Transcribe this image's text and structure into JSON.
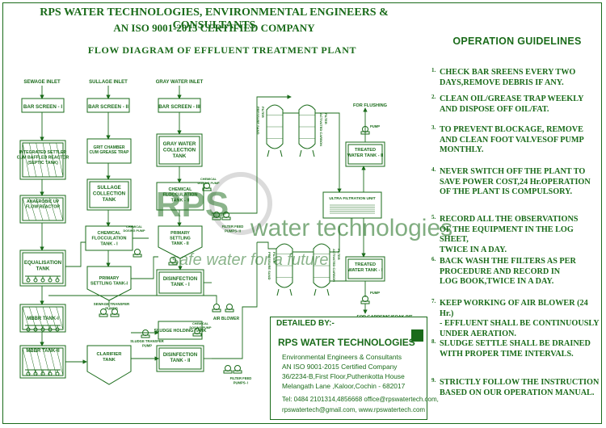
{
  "header": {
    "line1": "RPS WATER TECHNOLOGIES, ENVIRONMENTAL ENGINEERS & CONSULTANTS",
    "line2": "AN ISO 9001-2015 CERTIFIED COMPANY",
    "diagram_title": "FLOW DIAGRAM OF EFFLUENT TREATMENT PLANT"
  },
  "watermark": {
    "logo_text": "RPS",
    "line1": "water technologies",
    "line2": "safe water for a future"
  },
  "inlets": {
    "sewage": "SEWAGE INLET",
    "sullage": "SULLAGE INLET",
    "gray": "GRAY WATER INLET"
  },
  "units": {
    "bar_screen_1": "BAR SCREEN - I",
    "bar_screen_2": "BAR SCREEN - II",
    "bar_screen_3": "BAR SCREEN - III",
    "integrated_settler": [
      "INTEGRATED SETTLER",
      "CUM BAFFLED REACTOR",
      "(SEPTIC TANK)"
    ],
    "anaerobic": [
      "ANAEROBIC UP",
      "FLOW REACTOR"
    ],
    "equalisation": [
      "EQUALISATION",
      "TANK"
    ],
    "mbbr_1": "MBBR TANK-I",
    "mbbr_2": "MBBR TANK-II",
    "grit_chamber": [
      "GRIT CHAMBER",
      "CUM GREASE TRAP"
    ],
    "sullage_collection": [
      "SULLAGE",
      "COLLECTION",
      "TANK"
    ],
    "chem_floc_1": [
      "CHEMICAL",
      "FLOCCULATION",
      "TANK - I"
    ],
    "primary_settling_1": [
      "PRIMARY",
      "SETTLING TANK-I"
    ],
    "sewage_transfer_pumps": [
      "SEWAGE TRANSFER",
      "PUMPS"
    ],
    "clarifier": [
      "CLARIFIER",
      "TANK"
    ],
    "gray_collection": [
      "GRAY WATER",
      "COLLECTION",
      "TANK"
    ],
    "chem_floc_2": [
      "CHEMICAL",
      "FLOCCULATION",
      "TANK - II"
    ],
    "primary_settling_2": [
      "PRIMARY",
      "SETTLING",
      "TANK - II"
    ],
    "disinfection_1": [
      "DISINFECTION",
      "TANK - I"
    ],
    "sludge_holding": "SLUDGE HOLDING TANK",
    "disinfection_2": [
      "DISINFECTION",
      "TANK - II"
    ],
    "chemical_dosing_pump": [
      "CHEMICAL",
      "DOSING PUMP"
    ],
    "sludge_transfer_pump": [
      "SLUDGE TRANSFER",
      "PUMP"
    ],
    "air_blower": "AIR BLOWER",
    "filter_feed_pump_2": [
      "FILTER FEED",
      "PUMPS- II"
    ],
    "filter_feed_pump_1": [
      "FILTER FEED",
      "PUMPS- I"
    ],
    "psf_1": [
      "PRESSURE SAND",
      "FILTER"
    ],
    "acf_1": [
      "ACTIVATED CARBON",
      "FILTER"
    ],
    "psf_2": [
      "PRESSURE SAND",
      "FILTER"
    ],
    "acf_2": [
      "ACTIVATED CARBON",
      "FILTER"
    ],
    "ultra_filtration": "ULTRA FILTRATION UNIT",
    "treated_2": [
      "TREATED",
      "WATER TANK - II"
    ],
    "treated_1": [
      "TREATED",
      "WATER TANK - I"
    ],
    "for_flushing": "FOR FLUSHING",
    "for_gardening": "FOR GARDENIG/SOAK PIT",
    "pump": "PUMP"
  },
  "guidelines": {
    "title": "OPERATION GUIDELINES",
    "items": [
      {
        "num": "1.",
        "text": "CHECK BAR SREENS EVERY TWO\nDAYS,REMOVE DEBRIS IF ANY."
      },
      {
        "num": "2.",
        "text": "CLEAN OIL/GREASE TRAP WEEKLY\nAND DISPOSE OFF OIL/FAT."
      },
      {
        "num": "3.",
        "text": "TO PREVENT BLOCKAGE, REMOVE\nAND CLEAN  FOOT VALVESOF PUMP\nMONTHLY."
      },
      {
        "num": "4.",
        "text": "NEVER SWITCH OFF THE PLANT TO\nSAVE POWER COST,24 Hr.OPERATION\nOF THE PLANT IS COMPULSORY."
      },
      {
        "num": "5.",
        "text": "RECORD ALL THE OBSERVATIONS\nOF THE EQUIPMENT IN THE LOG SHEET,\nTWICE IN A DAY."
      },
      {
        "num": "6.",
        "text": "BACK WASH THE FILTERS AS PER\nPROCEDURE AND RECORD IN\nLOG BOOK,TWICE IN A DAY."
      },
      {
        "num": "7.",
        "text": "KEEP WORKING OF AIR BLOWER (24 Hr.)\n- EFFLUENT SHALL BE CONTINUOUSLY\nUNDER AERATION."
      },
      {
        "num": "8.",
        "text": "SLUDGE SETTLE SHALL BE DRAINED\nWITH PROPER TIME INTERVALS."
      },
      {
        "num": "9.",
        "text": "STRICTLY FOLLOW THE INSTRUCTION\nBASED ON OUR OPERATION MANUAL."
      }
    ]
  },
  "details": {
    "label": "DETAILED BY:-",
    "company": "RPS WATER TECHNOLOGIES",
    "sub1": "Environmental Engineers & Consultants",
    "sub2": "AN ISO 9001-2015 Certified Company",
    "addr1": "36/2234-B,First Floor,Puthenkotta House",
    "addr2": "Melangath Lane ,Kaloor,Cochin - 682017",
    "tel": "Tel: 0484 2101314,4856668 office@rpswatertech.com,",
    "web": "rpswatertech@gmail.com, www.rpswatertech.com"
  },
  "colors": {
    "ink": "#1a6b1a",
    "watermark": "#bdbdbd",
    "background": "#ffffff"
  }
}
